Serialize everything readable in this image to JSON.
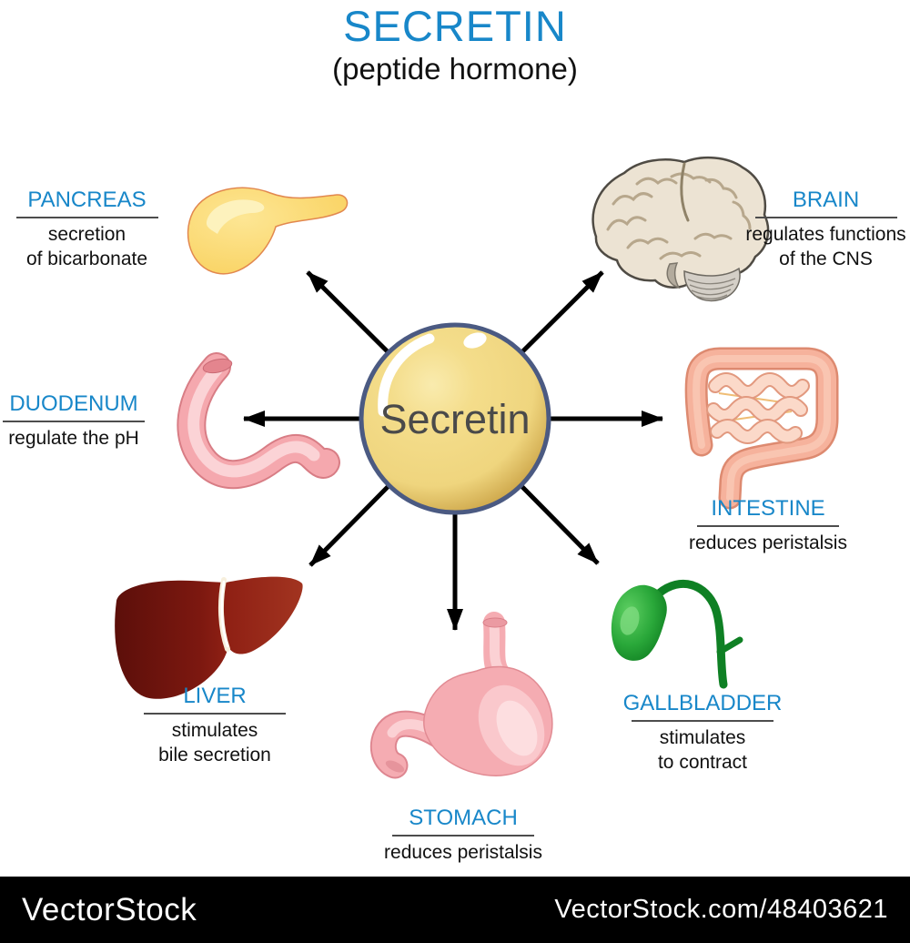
{
  "title": "SECRETIN",
  "subtitle": "(peptide hormone)",
  "center": {
    "label": "Secretin"
  },
  "organs": [
    {
      "key": "pancreas",
      "name": "PANCREAS",
      "desc1": "secretion",
      "desc2": "of bicarbonate",
      "icon": "pancreas-icon"
    },
    {
      "key": "brain",
      "name": "BRAIN",
      "desc1": "regulates functions",
      "desc2": "of the CNS",
      "icon": "brain-icon"
    },
    {
      "key": "duodenum",
      "name": "DUODENUM",
      "desc1": "regulate the pH",
      "icon": "duodenum-icon"
    },
    {
      "key": "intestine",
      "name": "INTESTINE",
      "desc1": "reduces peristalsis",
      "icon": "intestine-icon"
    },
    {
      "key": "liver",
      "name": "LIVER",
      "desc1": "stimulates",
      "desc2": "bile secretion",
      "icon": "liver-icon"
    },
    {
      "key": "stomach",
      "name": "STOMACH",
      "desc1": "reduces peristalsis",
      "icon": "stomach-icon"
    },
    {
      "key": "gallbladder",
      "name": "GALLBLADDER",
      "desc1": "stimulates",
      "desc2": "to contract",
      "icon": "gallbladder-icon"
    }
  ],
  "watermark": {
    "brand": "VectorStock",
    "credit": "VectorStock.com/48403621"
  },
  "colors": {
    "accent_blue": "#1887c9",
    "text_black": "#111111",
    "arrow_black": "#000000",
    "center_fill": "#f2d883",
    "center_border": "#4b5a82",
    "pancreas_yellow": "#fbd669",
    "brain_beige": "#ece3d3",
    "duodenum_pink": "#f5a8ae",
    "intestine_salmon": "#f6b29c",
    "liver_dark_red": "#7c1810",
    "stomach_pink": "#f5acb2",
    "gallbladder_green": "#2aa83a",
    "watermark_bg": "#000000",
    "watermark_text": "#ffffff"
  }
}
